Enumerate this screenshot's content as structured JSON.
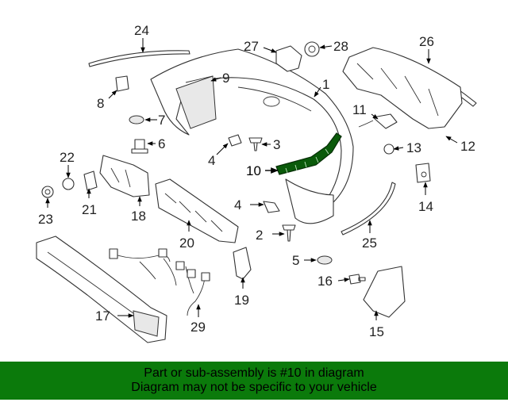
{
  "diagram": {
    "callouts": [
      "1",
      "2",
      "3",
      "4",
      "4",
      "5",
      "6",
      "7",
      "8",
      "9",
      "10",
      "11",
      "12",
      "13",
      "14",
      "15",
      "16",
      "17",
      "18",
      "19",
      "20",
      "21",
      "22",
      "23",
      "24",
      "25",
      "26",
      "27",
      "28",
      "29"
    ]
  },
  "banner": {
    "line1": "Part or sub-assembly is #10 in diagram",
    "line2": "Diagram may not be specific to your vehicle",
    "background": "#0b7a0b"
  },
  "colors": {
    "highlight_part": "#0a5a0a",
    "line": "#333333"
  }
}
